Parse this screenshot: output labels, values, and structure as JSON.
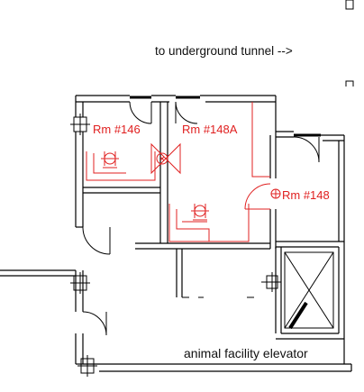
{
  "labels": {
    "tunnel_note": "to underground tunnel -->",
    "rooms": [
      {
        "name": "Rm #146"
      },
      {
        "name": "Rm #148A"
      },
      {
        "name": "Rm #148"
      }
    ],
    "elevator_label": "animal facility elevator"
  },
  "colors": {
    "wall": "#000000",
    "annotation": "#e02020",
    "background": "#ffffff"
  }
}
